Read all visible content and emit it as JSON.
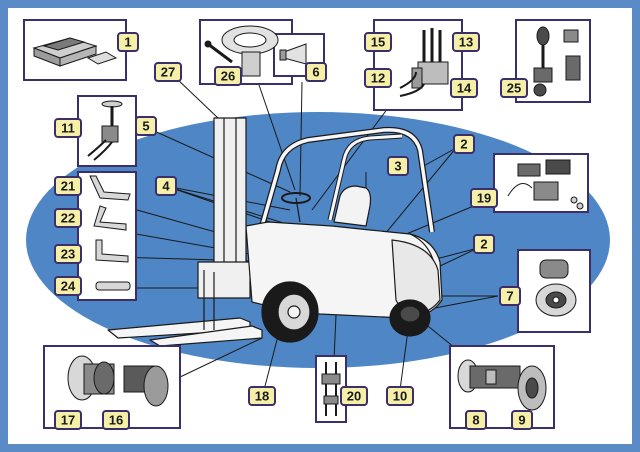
{
  "diagram": {
    "callouts": [
      {
        "id": "c1",
        "text": "1"
      },
      {
        "id": "c2a",
        "text": "2"
      },
      {
        "id": "c2b",
        "text": "2"
      },
      {
        "id": "c3",
        "text": "3"
      },
      {
        "id": "c4",
        "text": "4"
      },
      {
        "id": "c5",
        "text": "5"
      },
      {
        "id": "c6",
        "text": "6"
      },
      {
        "id": "c7",
        "text": "7"
      },
      {
        "id": "c8",
        "text": "8"
      },
      {
        "id": "c9",
        "text": "9"
      },
      {
        "id": "c10",
        "text": "10"
      },
      {
        "id": "c11",
        "text": "11"
      },
      {
        "id": "c12",
        "text": "12"
      },
      {
        "id": "c13",
        "text": "13"
      },
      {
        "id": "c14",
        "text": "14"
      },
      {
        "id": "c15",
        "text": "15"
      },
      {
        "id": "c16",
        "text": "16"
      },
      {
        "id": "c17",
        "text": "17"
      },
      {
        "id": "c18",
        "text": "18"
      },
      {
        "id": "c19",
        "text": "19"
      },
      {
        "id": "c20",
        "text": "20"
      },
      {
        "id": "c21",
        "text": "21"
      },
      {
        "id": "c22",
        "text": "22"
      },
      {
        "id": "c23",
        "text": "23"
      },
      {
        "id": "c24",
        "text": "24"
      },
      {
        "id": "c25",
        "text": "25"
      },
      {
        "id": "c26",
        "text": "26"
      },
      {
        "id": "c27",
        "text": "27"
      }
    ]
  },
  "colors": {
    "frame": "#5b8bc7",
    "ellipse": "#4f86c6",
    "callout_fill": "#f5efa8",
    "callout_border": "#3a2f6b",
    "panel_border": "#3a2f6b"
  }
}
